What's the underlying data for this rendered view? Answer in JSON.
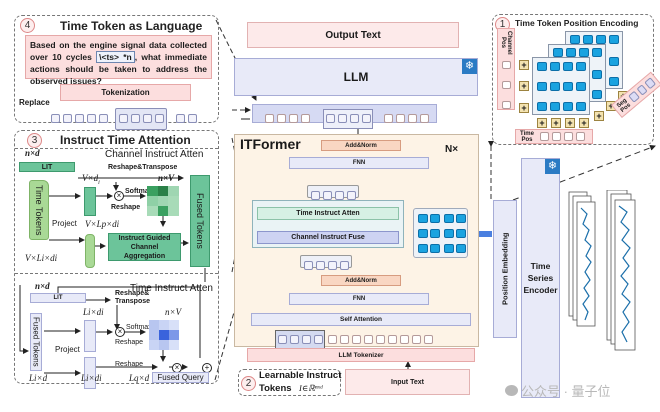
{
  "section4": {
    "number": "4",
    "title": "Time Token as Language",
    "prompt": "Based on the engine signal data collected over 10 cycles",
    "prompt_token": "\\<ts> *n",
    "prompt_rest": ", what immediate actions should be taken to address the observed issues?",
    "tokenization": "Tokenization",
    "replace": "Replace"
  },
  "section3": {
    "number": "3",
    "title": "Instruct Time Attention",
    "channel_attn": {
      "title": "Channel Instruct Atten",
      "nd": "n×d",
      "lit": "LIT",
      "reshape_transpose": "Reshape&Transpose",
      "vxd": "V×d",
      "vxd_sub": "i",
      "softmax": "Softmax",
      "reshape": "Reshape",
      "nxv": "n×V",
      "time_tokens": "Time Tokens",
      "project": "Project",
      "vlpd": "V×Lp×di",
      "vlid": "V×Li×di",
      "aggregation": "Instruct Guided Channel Aggregation",
      "fused_tokens": "Fused Tokens"
    },
    "time_attn": {
      "title": "Time Instruct Atten",
      "nd": "n×d",
      "lit": "LIT",
      "reshape_transpose": "Reshape& Transpose",
      "lxd_top": "Li×di",
      "softmax": "Softmax",
      "reshape": "Reshape",
      "reshape2": "Reshape",
      "nxv": "n×V",
      "fused_tokens": "Fused Tokens",
      "project": "Project",
      "lxd_left": "Li×d",
      "lxd_bottom": "Li×di",
      "lqd": "Lq×d",
      "fused_query": "Fused Query"
    }
  },
  "center": {
    "output_text": "Output Text",
    "llm": "LLM",
    "itformer": "ITFormer",
    "nx": "N×",
    "add_norm_top": "Add&Norm",
    "fnn_top": "FNN",
    "time_instruct_atten": "Time Instruct Atten",
    "channel_instruct_fuse": "Channel Instruct Fuse",
    "add_norm_bottom": "Add&Norm",
    "fnn_bottom": "FNN",
    "self_attention": "Self Attention",
    "llm_tokenizer": "LLM Tokenizer",
    "input_text": "Input Text",
    "learnable": {
      "number": "2",
      "line1": "Learnable Instruct",
      "line2": "Tokens",
      "formula": "I∈ℝⁿˣᵈ"
    }
  },
  "section1": {
    "number": "1",
    "title": "Time Token Position Encoding",
    "channel_pos": "Channel Pos",
    "time_pos": "Time Pos",
    "seg_pos": "Seg Pos",
    "plus": "+"
  },
  "right": {
    "position_embedding": "Position Embedding",
    "ts_encoder": "Time Series Encoder"
  },
  "icons": {
    "frozen": "❄"
  },
  "watermark": "公众号 · 量子位",
  "colors": {
    "pink": "#fcdede",
    "lavender": "#e8eaf8",
    "green": "#6cc49a",
    "peach": "#fdf3e6",
    "token_blue": "#1aa3e0",
    "arrow_blue": "#4a7fe0"
  }
}
